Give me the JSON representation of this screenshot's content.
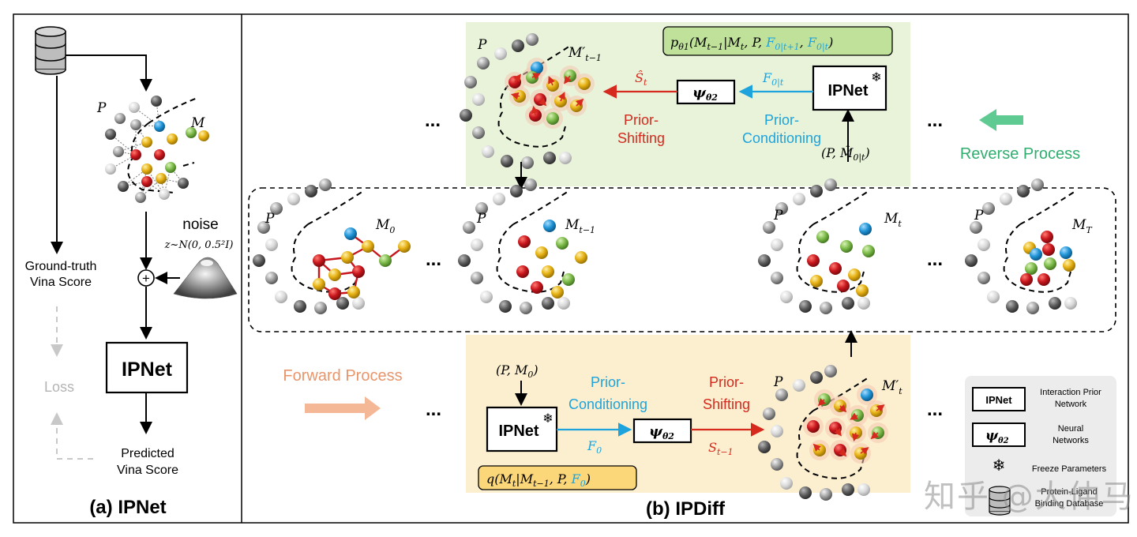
{
  "panel_a": {
    "title": "(a) IPNet",
    "protein_label": "P",
    "ligand_label": "M",
    "noise_label": "noise",
    "noise_formula": "z~N(0, 0.5²I)",
    "ground_truth_label_line1": "Ground-truth",
    "ground_truth_label_line2": "Vina Score",
    "loss_label": "Loss",
    "network_label": "IPNet",
    "predicted_label_line1": "Predicted",
    "predicted_label_line2": "Vina Score",
    "plus_symbol": "+"
  },
  "panel_b": {
    "title": "(b) IPDiff",
    "reverse": {
      "formula_prefix": "p",
      "formula_sub": "θ1",
      "formula_body": "(M",
      "formula_m_sub": "t−1",
      "formula_given": "|M",
      "formula_t_sub": "t",
      "formula_p": ", P, ",
      "formula_f1": "F",
      "formula_f1_sub": "0|t+1",
      "formula_comma": ", ",
      "formula_f2": "F",
      "formula_f2_sub": "0|t",
      "formula_close": ")",
      "protein_label": "P",
      "ligand_label": "M′",
      "ligand_sub": "t−1",
      "shift_var": "Ŝ",
      "shift_var_sub": "t",
      "psi_label": "ψ",
      "psi_sub": "θ2",
      "feature_label": "F",
      "feature_sub": "0|t",
      "ipnet_label": "IPNet",
      "freeze_icon": "❄",
      "input_label": "(P, M̂",
      "input_sub": "0|t",
      "input_close": ")",
      "prior_shifting_line1": "Prior-",
      "prior_shifting_line2": "Shifting",
      "prior_conditioning_line1": "Prior-",
      "prior_conditioning_line2": "Conditioning",
      "process_label": "Reverse Process",
      "ellipsis": "..."
    },
    "middle": {
      "states": [
        {
          "protein": "P",
          "ligand": "M",
          "sub": "0"
        },
        {
          "protein": "P",
          "ligand": "M",
          "sub": "t−1"
        },
        {
          "protein": "P",
          "ligand": "M",
          "sub": "t"
        },
        {
          "protein": "P",
          "ligand": "M",
          "sub": "T"
        }
      ],
      "ellipsis": "..."
    },
    "forward": {
      "process_label": "Forward Process",
      "input_label": "(P, M",
      "input_sub": "0",
      "input_close": ")",
      "ipnet_label": "IPNet",
      "freeze_icon": "❄",
      "feature_label": "F",
      "feature_sub": "0",
      "psi_label": "ψ",
      "psi_sub": "θ2",
      "shift_var": "S",
      "shift_var_sub": "t−1",
      "prior_conditioning_line1": "Prior-",
      "prior_conditioning_line2": "Conditioning",
      "prior_shifting_line1": "Prior-",
      "prior_shifting_line2": "Shifting",
      "protein_label": "P",
      "ligand_label": "M′",
      "ligand_sub": "t",
      "formula_prefix": "q(M",
      "formula_sub1": "t",
      "formula_mid": "|M",
      "formula_sub2": "t−1",
      "formula_p": ", P, ",
      "formula_f": "F",
      "formula_f_sub": "0",
      "formula_close": ")",
      "ellipsis": "..."
    },
    "legend": {
      "ipnet_box": "IPNet",
      "ipnet_desc_line1": "Interaction Prior",
      "ipnet_desc_line2": "Network",
      "psi_box": "ψ",
      "psi_sub": "θ2",
      "psi_desc_line1": "Neural",
      "psi_desc_line2": "Networks",
      "freeze_icon": "❄",
      "freeze_desc": "Freeze Parameters",
      "db_desc_line1": "Protein-Ligand",
      "db_desc_line2": "Binding Database"
    }
  },
  "watermark": "知乎 @大仲马",
  "colors": {
    "red_arrow": "#d62a1e",
    "blue_arrow": "#1ea3dc",
    "reverse_bg": "#e8f3da",
    "forward_bg": "#fcefcf",
    "reverse_formula_bg": "#bfe19a",
    "forward_formula_bg": "#fbd77a",
    "reverse_process": "#2fae6f",
    "forward_process": "#e8956a",
    "atom_red": "#c8161d",
    "atom_yellow": "#e6b012",
    "atom_green": "#7dbb4a",
    "atom_blue": "#1f94d6"
  }
}
